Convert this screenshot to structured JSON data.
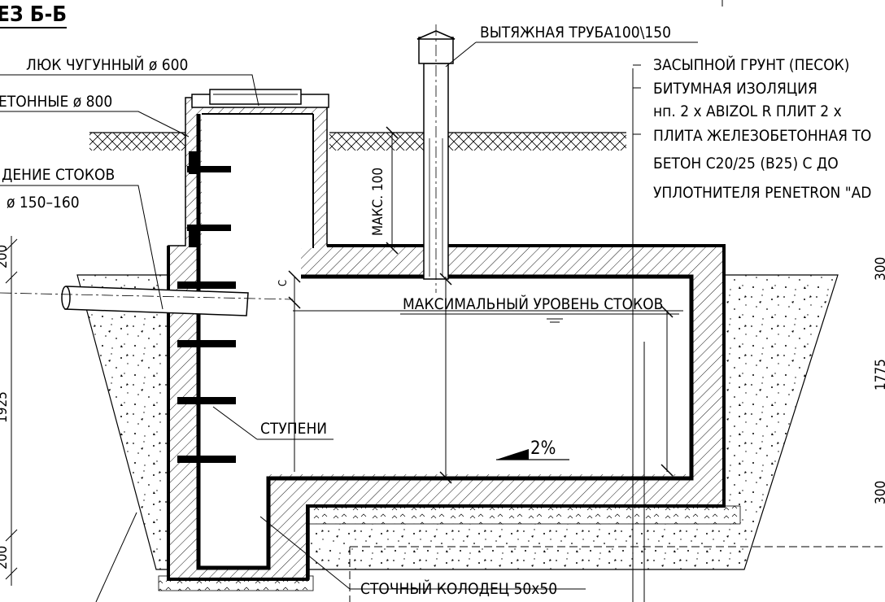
{
  "title": "ЕЗ Б-Б",
  "labels": {
    "hatch": "ЛЮК ЧУГУННЫЙ  ø 600",
    "rings": "ЕТОННЫЕ ø 800",
    "vent_pipe": "ВЫТЯЖНАЯ ТРУБА100\\150",
    "inlet_1": "ДЕНИЕ СТОКОВ",
    "inlet_2": "ø 150–160",
    "max_height": "МАКС. 100",
    "max_level": "МАКСИМАЛЬНЫЙ УРОВЕНЬ СТОКОВ",
    "steps": "СТУПЕНИ",
    "slope": "2%",
    "sump": "СТОЧНЫЙ КОЛОДЕЦ 50х50",
    "small_c": "С"
  },
  "legend": [
    "ЗАСЫПНОЙ ГРУНТ (ПЕСОК)",
    "БИТУМНАЯ ИЗОЛЯЦИЯ",
    "нп. 2 х ABIZOL R ПЛИТ 2 х",
    "ПЛИТА ЖЕЛЕЗОБЕТОННАЯ ТО",
    "БЕТОН С20/25 (В25) С ДО",
    "УПЛОТНИТЕЛЯ PENETRON \"AD"
  ],
  "dims_left": {
    "top": "200",
    "middle": "1925",
    "bottom": "200"
  },
  "dims_right": {
    "top": "300",
    "middle": "1775",
    "bottom": "300"
  }
}
